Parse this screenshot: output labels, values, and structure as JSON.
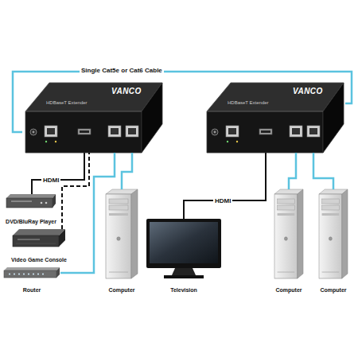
{
  "diagram": {
    "nodes": [
      {
        "text": [
          "VANCO",
          "HDBaseT Extender"
        ]
      },
      {
        "text": [
          "VANCO",
          "HDBaseT Extender"
        ]
      },
      {
        "text": [
          "DVD/BluRay Player"
        ]
      },
      {
        "text": [
          "Video Game Console"
        ]
      },
      {
        "text": [
          "Router"
        ]
      },
      {
        "text": [
          "Computer"
        ]
      },
      {
        "text": [
          "Television"
        ]
      },
      {
        "text": [
          "Computer"
        ]
      },
      {
        "text": [
          "Computer"
        ]
      }
    ],
    "edges": [
      {
        "from": 0,
        "to": 1,
        "arrow": "none",
        "label": "Single Cat5e or Cat6 Cable"
      },
      {
        "from": 2,
        "to": 0,
        "arrow": "none",
        "label": "HDMI"
      },
      {
        "from": 3,
        "to": 0,
        "arrow": "none"
      },
      {
        "from": 4,
        "to": 0,
        "arrow": "none"
      },
      {
        "from": 5,
        "to": 0,
        "arrow": "none"
      },
      {
        "from": 1,
        "to": 6,
        "arrow": "none",
        "label": "HDMI"
      },
      {
        "from": 1,
        "to": 7,
        "arrow": "none"
      },
      {
        "from": 1,
        "to": 8,
        "arrow": "none"
      }
    ]
  }
}
